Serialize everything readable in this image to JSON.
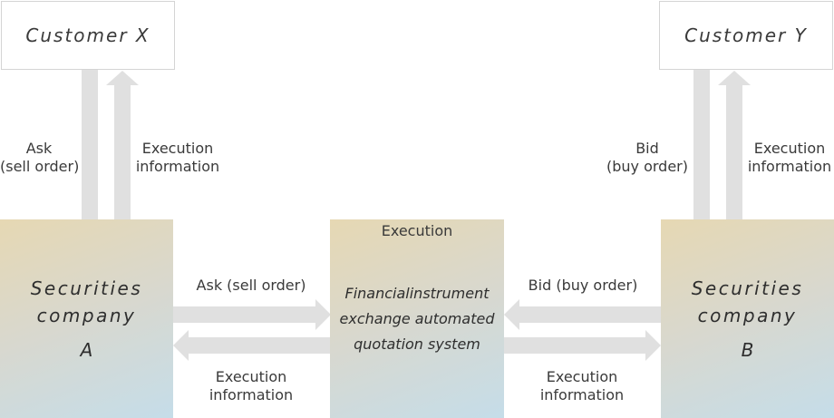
{
  "customer_x": "Customer X",
  "customer_y": "Customer Y",
  "securities_a": {
    "line1": "Securities",
    "line2": "company",
    "letter": "A"
  },
  "securities_b": {
    "line1": "Securities",
    "line2": "company",
    "letter": "B"
  },
  "center_system": {
    "line1": "Financialinstrument",
    "line2": "exchange automated",
    "line3": "quotation system"
  },
  "labels": {
    "execution_top": "Execution",
    "ask_left_line1": "Ask",
    "ask_left_line2": "(sell order)",
    "exec_info_left_line1": "Execution",
    "exec_info_left_line2": "information",
    "bid_right_line1": "Bid",
    "bid_right_line2": "(buy order)",
    "exec_info_right_line1": "Execution",
    "exec_info_right_line2": "information",
    "ask_horizontal": "Ask (sell order)",
    "bid_horizontal": "Bid (buy order)",
    "exec_info_bottom_left_line1": "Execution",
    "exec_info_bottom_left_line2": "information",
    "exec_info_bottom_right_line1": "Execution",
    "exec_info_bottom_right_line2": "information"
  },
  "colors": {
    "arrow": "#e0e0e0",
    "border": "#d4d4d4"
  }
}
